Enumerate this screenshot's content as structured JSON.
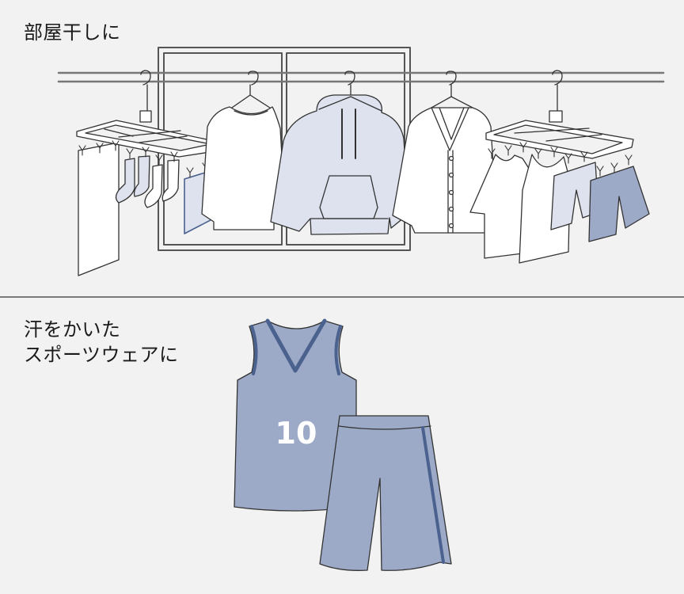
{
  "panels": [
    {
      "id": "indoor-drying",
      "caption": "部屋干しに",
      "items": [
        "window",
        "hanging-rod",
        "clip-hanger-left",
        "towel",
        "socks",
        "cloth",
        "sweatshirt",
        "hoodie",
        "cardigan",
        "clip-hanger-right",
        "t-shirt",
        "tank-top",
        "boxer-shorts-light",
        "boxer-shorts-dark"
      ]
    },
    {
      "id": "sweaty-sportswear",
      "caption_lines": [
        "汗をかいた",
        "スポーツウェアに"
      ],
      "jersey_number": "10",
      "items": [
        "basketball-jersey",
        "basketball-shorts"
      ]
    }
  ],
  "colors": {
    "background": "#f2f2f2",
    "divider": "#7a7a7a",
    "outline": "#333333",
    "white_garment": "#ffffff",
    "light_blue": "#dde2ee",
    "mid_blue": "#9caac8",
    "dark_blue": "#4b628e",
    "jersey_number": "#ffffff"
  }
}
